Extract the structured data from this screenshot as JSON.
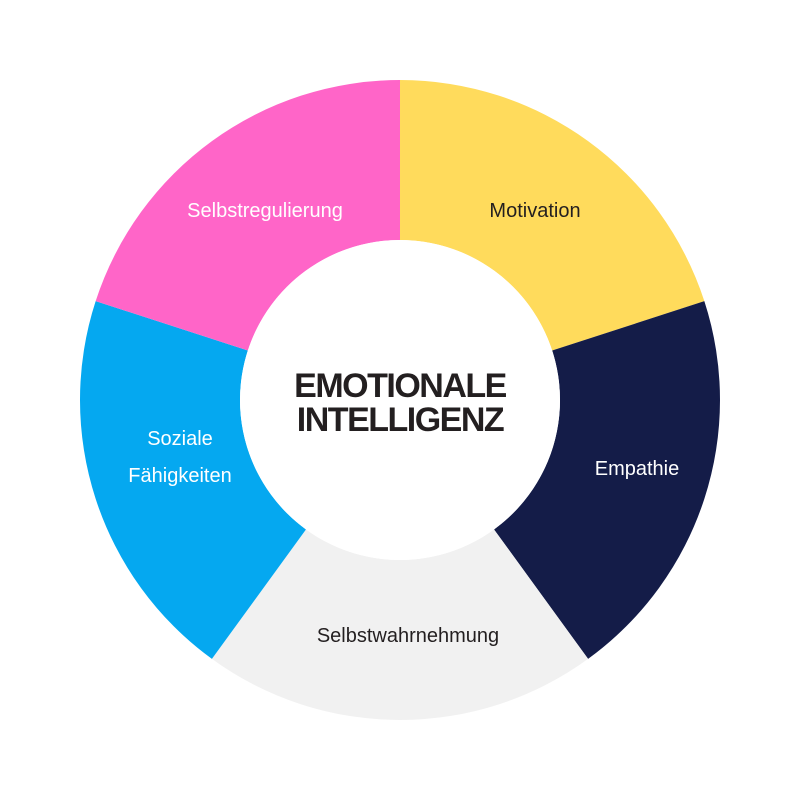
{
  "center": {
    "line1": "EMOTIONALE",
    "line2": "INTELLIGENZ"
  },
  "segments": [
    {
      "label": "Motivation",
      "color": "#ffdb5c",
      "text_color": "#231f20"
    },
    {
      "label": "Empathie",
      "color": "#141c48",
      "text_color": "#ffffff"
    },
    {
      "label": "Selbstwahrnehmung",
      "color": "#f1f1f1",
      "text_color": "#231f20"
    },
    {
      "label_lines": [
        "Soziale",
        "Fähigkeiten"
      ],
      "color": "#05a8f0",
      "text_color": "#ffffff"
    },
    {
      "label": "Selbstregulierung",
      "color": "#ff65c8",
      "text_color": "#ffffff"
    }
  ]
}
